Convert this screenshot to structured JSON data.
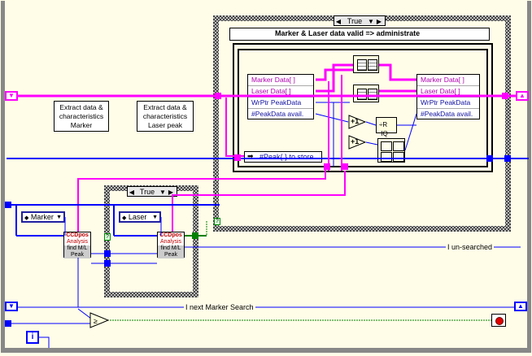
{
  "outer_case": {
    "selector": "True"
  },
  "inner_case": {
    "selector": "True"
  },
  "struct_label": "Marker & Laser data valid => administrate",
  "comments": {
    "marker": "Extract data & characteristics Marker",
    "laser": "Extract data & characteristics Laser peak"
  },
  "cluster_left": {
    "items": [
      "Marker Data[ ]",
      "Laser Data[ ]",
      "WrPtr PeakData",
      "#PeakData avail."
    ]
  },
  "cluster_right": {
    "items": [
      "Marker Data[ ]",
      "Laser Data[ ]",
      "WrPtr PeakData",
      "#PeakData avail."
    ]
  },
  "peak_to_store": "#Peak{ } to store",
  "enum_marker": "Marker",
  "enum_laser": "Laser",
  "subvi": {
    "line1": "CCDpos",
    "line2": "Analysis",
    "line3": "find M/L",
    "line4": "Peak"
  },
  "inc_label": "+1",
  "wire_labels": {
    "unsearched": "I un-searched",
    "next_marker": "I next Marker Search"
  },
  "iteration": "i",
  "colors": {
    "wire_pink": "#ff00ff",
    "wire_blue": "#0000ff",
    "wire_green": "#008000",
    "wire_orange": "#ff8000",
    "background": "#fffde8"
  }
}
